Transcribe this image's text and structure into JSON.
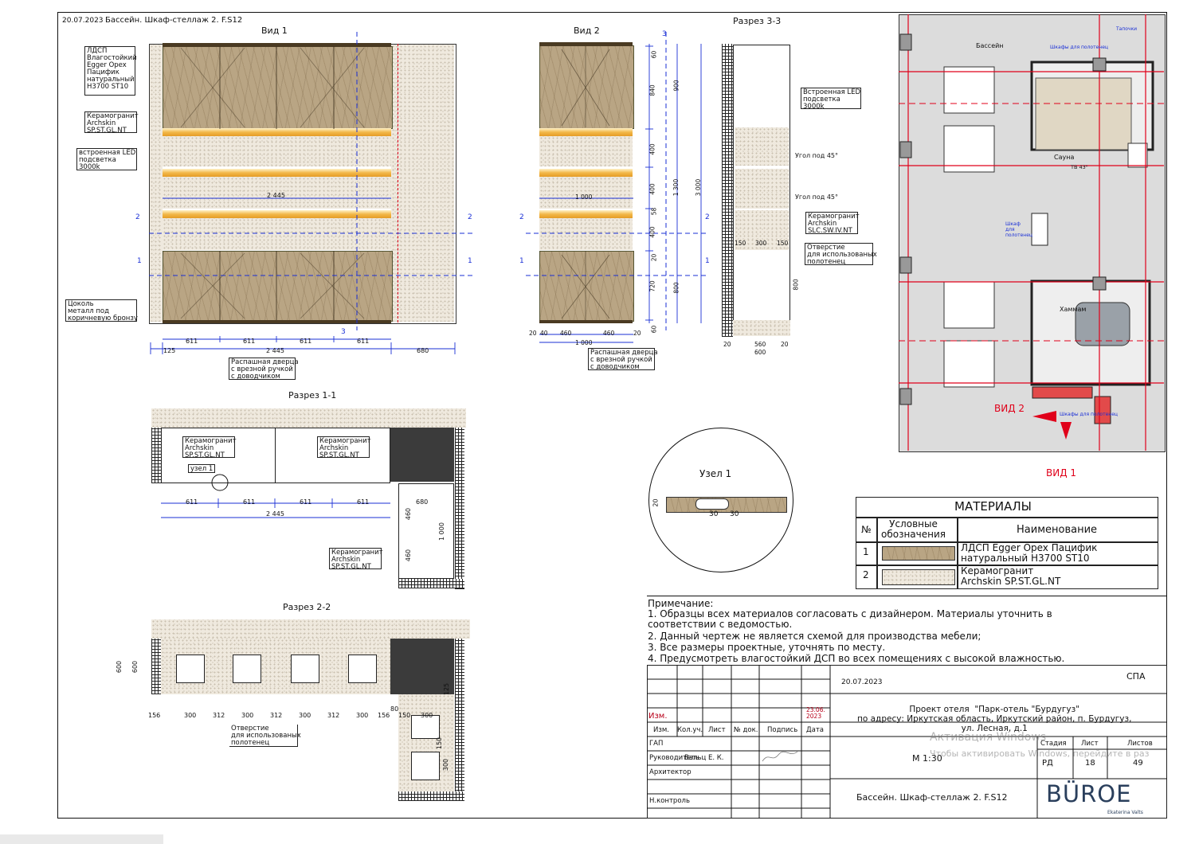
{
  "header": {
    "date": "20.07.2023",
    "title": "Бассейн. Шкаф-стеллаж 2. F.S12"
  },
  "views": {
    "vid1": "Вид 1",
    "vid2": "Вид 2",
    "razrez33": "Разрез 3-3",
    "razrez11": "Разрез 1-1",
    "razrez22": "Разрез 2-2",
    "uzel1": "Узел 1"
  },
  "labels_vid1": {
    "ldsp": "ЛДСП\nВлагостойкий\nEgger Opex\nПацифик\nнатуральный\nH3700 ST10",
    "kera": "Керамогранит\nArchskin\nSP.ST.GL.NT",
    "led": "встроенная LED\nподсветка\n3000k",
    "cokol": "Цоколь\nметалл под\nкоричневую бронзу",
    "door": "Распашная дверца\nс врезной ручкой\nс доводчиком"
  },
  "dims_vid1": {
    "w1": "611",
    "w2": "611",
    "w3": "611",
    "w4": "611",
    "left": "125",
    "total": "2 445",
    "right": "680",
    "inner": "2 445"
  },
  "labels_vid2": {
    "door": "Распашная дверца\nс врезной ручкой\nс доводчиком",
    "inner": "1 000"
  },
  "dims_vid2": {
    "h_60": "60",
    "h_840": "840",
    "h_400a": "400",
    "h_400b": "400",
    "h_58": "58",
    "h_400c": "400",
    "h_20": "20",
    "h_720": "720",
    "h_60b": "60",
    "h_900": "900",
    "h_1300": "1 300",
    "h_800": "800",
    "h_3000": "3 000",
    "b_20a": "20",
    "b_40": "40",
    "b_460a": "460",
    "b_460b": "460",
    "b_20b": "20",
    "b_total": "1 000"
  },
  "labels_r33": {
    "led": "Встроенная LED\nподсветка\n3000k",
    "ugol1": "Угол под 45°",
    "ugol2": "Угол под 45°",
    "kera": "Керамогранит\nArchskin\nSLC.SW.IV.NT",
    "hole": "Отверстие\nдля использованых\nполотенец"
  },
  "dims_r33": {
    "a": "150",
    "b": "300",
    "c": "150",
    "d": "800",
    "e": "20",
    "f": "560",
    "g": "20",
    "total": "600"
  },
  "labels_r11": {
    "kera1": "Керамогранит\nArchskin\nSP.ST.GL.NT",
    "kera2": "Керамогранит\nArchskin\nSP.ST.GL.NT",
    "kera3": "Керамогранит\nArchskin\nSP.ST.GL.NT",
    "uzel": "узел 1"
  },
  "dims_r11": {
    "a": "611",
    "b": "611",
    "c": "611",
    "d": "611",
    "total": "2 445",
    "r680": "680",
    "v460a": "460",
    "v460b": "460",
    "v1000": "1 000"
  },
  "labels_r22": {
    "hole": "Отверстие\nдля использованых\nполотенец"
  },
  "dims_r22": {
    "d156a": "156",
    "d300a": "300",
    "d312a": "312",
    "d300b": "300",
    "d312b": "312",
    "d300c": "300",
    "d312c": "312",
    "d300d": "300",
    "d156b": "156",
    "d80": "80",
    "d150": "150",
    "d300e": "300",
    "v600a": "600",
    "v600b": "600",
    "v125": "125",
    "v150": "150",
    "v300": "300"
  },
  "uzel_dims": {
    "d20": "20",
    "d30a": "30",
    "d30b": "30"
  },
  "plan": {
    "pool": "Бассейн",
    "sauna": "Сауна",
    "tv": "ТВ 43\"",
    "hammam": "Хаммам",
    "shkaf_top": "Шкафы для полотенец",
    "shkaf_mid": "Шкаф\nдля\nполотенец",
    "shkaf_bot": "Шкафы для полотенец",
    "tapochki": "Тапочки",
    "vid2": "ВИД 2",
    "vid1": "ВИД 1",
    "colors": {
      "axis": "#e0001a",
      "arrow": "#e0001a",
      "hammam_fill": "#e24a4a"
    }
  },
  "materials": {
    "title": "МАТЕРИАЛЫ",
    "head_num": "№",
    "head_sym": "Условные\nобозначения",
    "head_name": "Наименование",
    "rows": [
      {
        "num": "1",
        "name": "ЛДСП Egger Opex Пацифик\nнатуральный H3700 ST10"
      },
      {
        "num": "2",
        "name": "Керамогранит\nArchskin SP.ST.GL.NT"
      }
    ]
  },
  "notes": {
    "title": "Примечание:",
    "lines": [
      "1. Образцы всех материалов согласовать с дизайнером. Материалы уточнить в",
      "соответствии с ведомостью.",
      "2. Данный чертеж не является схемой для производства мебели;",
      "3. Все размеры проектные, уточнять по месту.",
      "4.  Предусмотреть влагостойкий ДСП во всех помещениях с высокой влажностью."
    ]
  },
  "titleblock": {
    "date": "20.07.2023",
    "spa": "СПА",
    "izm": "Изм.",
    "izm_date": "23.06.\n2023",
    "project": "Проект отеля  \"Парк-отель \"Бурдугуз\"\nпо адресу: Иркутская область, Иркутский район, п. Бурдугуз,\nул. Лесная, д.1",
    "cols": [
      "Изм.",
      "Кол.уч.",
      "Лист",
      "№ док.",
      "Подпись",
      "Дата"
    ],
    "roles": [
      "ГАП",
      "Руководитель",
      "Архитектор",
      "",
      "Н.контроль"
    ],
    "manager_name": "Вальц Е. К.",
    "stadiya_h": "Стадия",
    "list_h": "Лист",
    "listov_h": "Листов",
    "stadiya": "РД",
    "list": "18",
    "listov": "49",
    "scale": "М 1:30",
    "sheet_title": "Бассейн. Шкаф-стеллаж 2. F.S12",
    "logo": "BÜROE",
    "logo_sub": "Ekaterina Valts"
  },
  "watermark": {
    "line1": "Активация Windows",
    "line2": "Чтобы активировать Windows, перейдите в раз"
  }
}
